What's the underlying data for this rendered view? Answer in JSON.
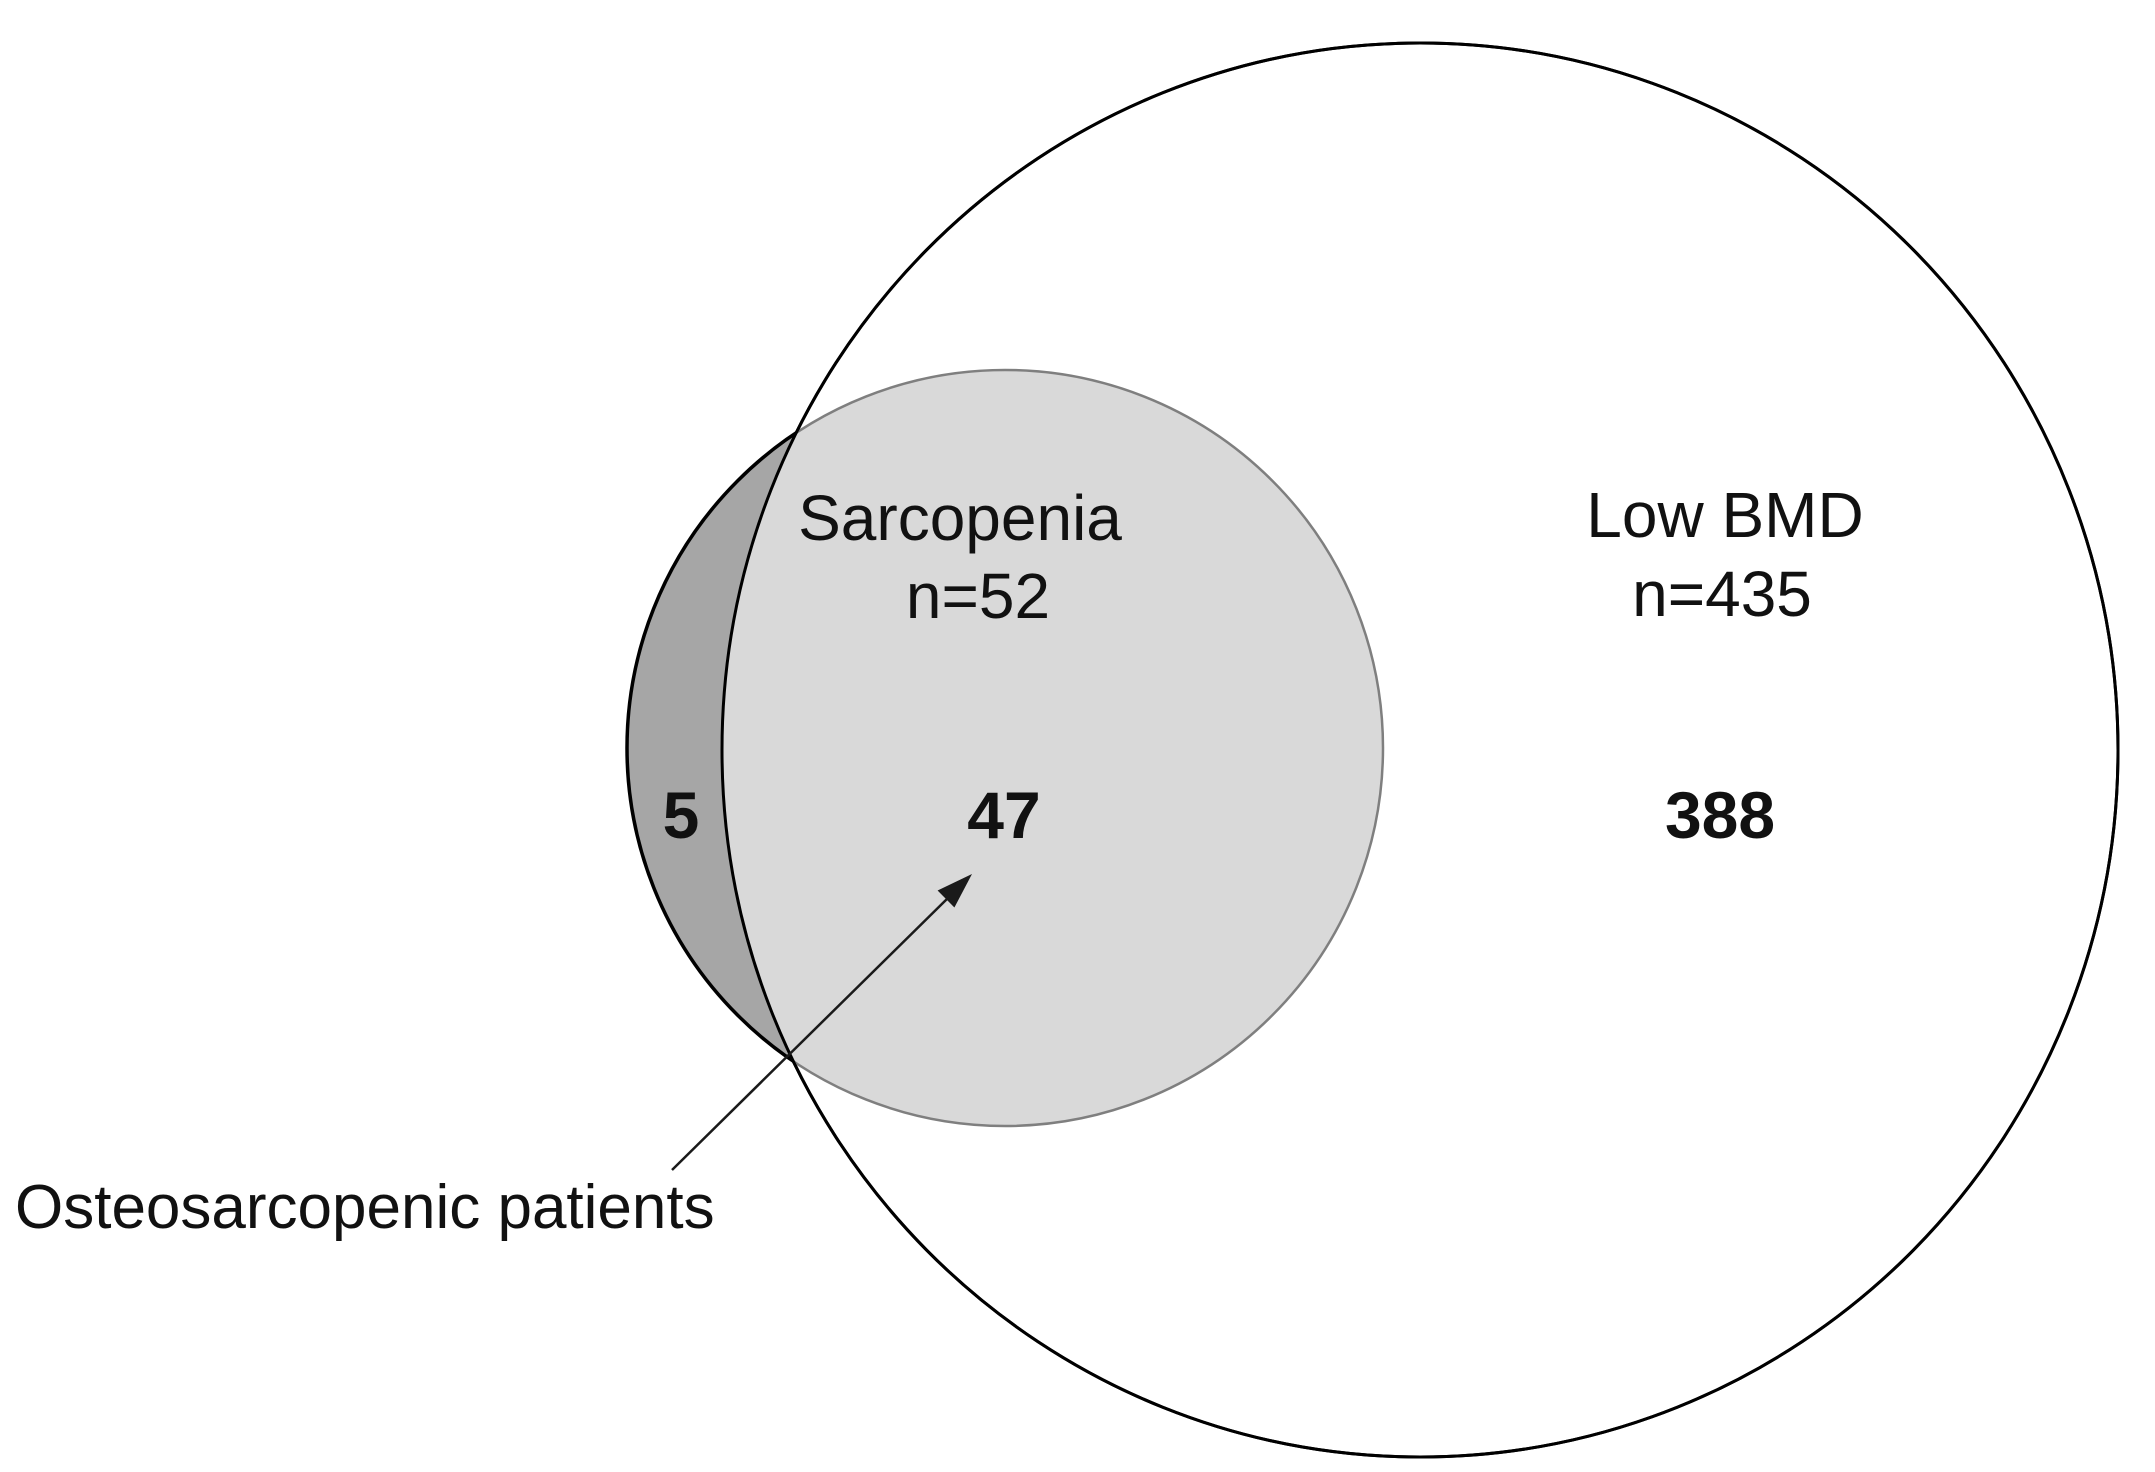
{
  "figure": {
    "background": "#ffffff",
    "sets": {
      "low_bmd": {
        "label": "Low BMD",
        "n_label": "n=435",
        "exclusive_count": "388",
        "fill": "#ffffff",
        "stroke": "#000000"
      },
      "sarcopenia": {
        "label": "Sarcopenia",
        "n_label": "n=52",
        "exclusive_count": "5",
        "overlap_fill": "#d9d9d9",
        "exclusive_fill": "#a6a6a6",
        "stroke": "#7f7f7f"
      },
      "intersection": {
        "count": "47"
      }
    },
    "annotation": {
      "label": "Osteosarcopenic patients",
      "arrow_color": "#1a1a1a"
    }
  },
  "chart_data": {
    "type": "venn",
    "title": "",
    "sets": [
      {
        "name": "Low BMD",
        "size": 435,
        "exclusive_only": 388
      },
      {
        "name": "Sarcopenia",
        "size": 52,
        "exclusive_only": 5
      }
    ],
    "intersections": [
      {
        "sets": [
          "Low BMD",
          "Sarcopenia"
        ],
        "size": 47
      }
    ],
    "annotations": [
      {
        "text": "Osteosarcopenic patients",
        "points_to": "intersection of Sarcopenia and Low BMD (47)"
      }
    ],
    "legend_position": "none",
    "grid": false
  }
}
